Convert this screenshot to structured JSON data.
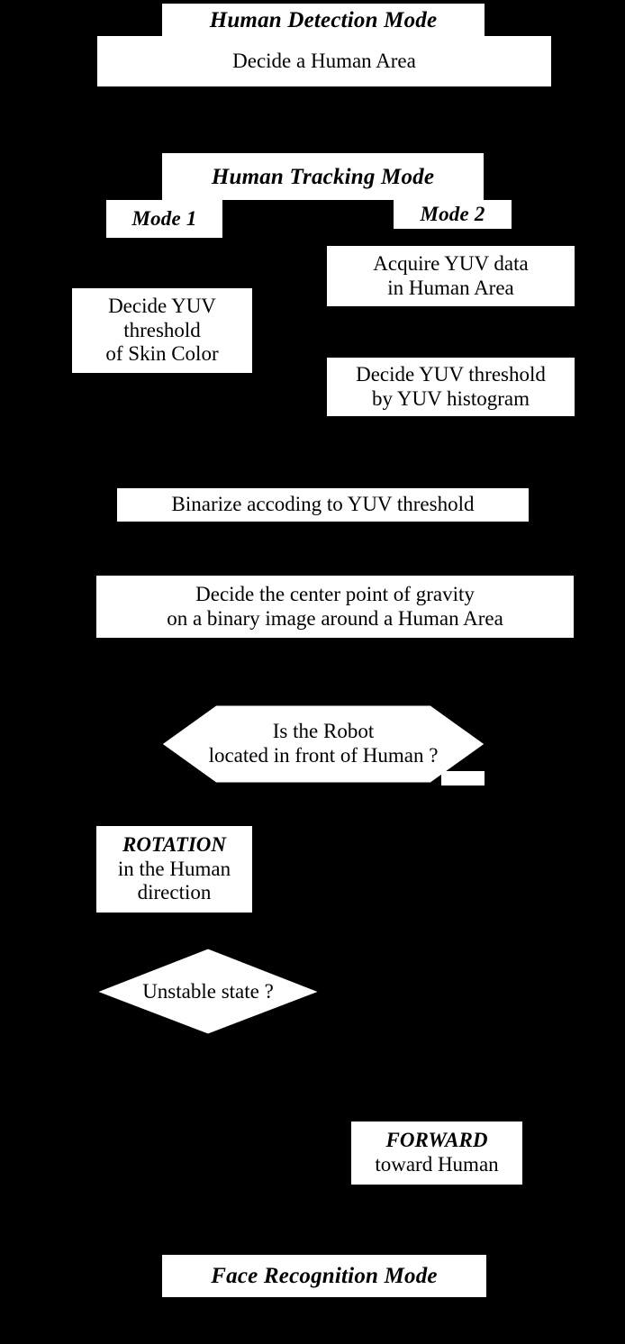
{
  "diagram": {
    "title": "Human Detection / Tracking / Face Recognition flow",
    "background_color": "#000000",
    "node_fill_color": "#ffffff",
    "text_color": "#000000"
  },
  "nodes": {
    "human_detection_mode_title": "Human Detection Mode",
    "decide_human_area": "Decide a Human Area",
    "human_tracking_mode_title": "Human Tracking Mode",
    "mode_1_label": "Mode 1",
    "mode_2_label": "Mode 2",
    "acquire_yuv": "Acquire YUV data\nin Human Area",
    "decide_skin_threshold": "Decide YUV\nthreshold\nof Skin Color",
    "decide_histogram_threshold": "Decide YUV threshold\nby YUV histogram",
    "binarize": "Binarize accoding to YUV threshold",
    "center_of_gravity": "Decide the center point of gravity\non a binary image around a Human Area",
    "robot_in_front_question": "Is the Robot\nlocated in front of Human ?",
    "rotation_title": "ROTATION",
    "rotation_body": "in the Human\ndirection",
    "unstable_state_question": "Unstable state ?",
    "forward_title": "FORWARD",
    "forward_body": "toward Human",
    "face_recognition_mode_title": "Face Recognition Mode"
  }
}
